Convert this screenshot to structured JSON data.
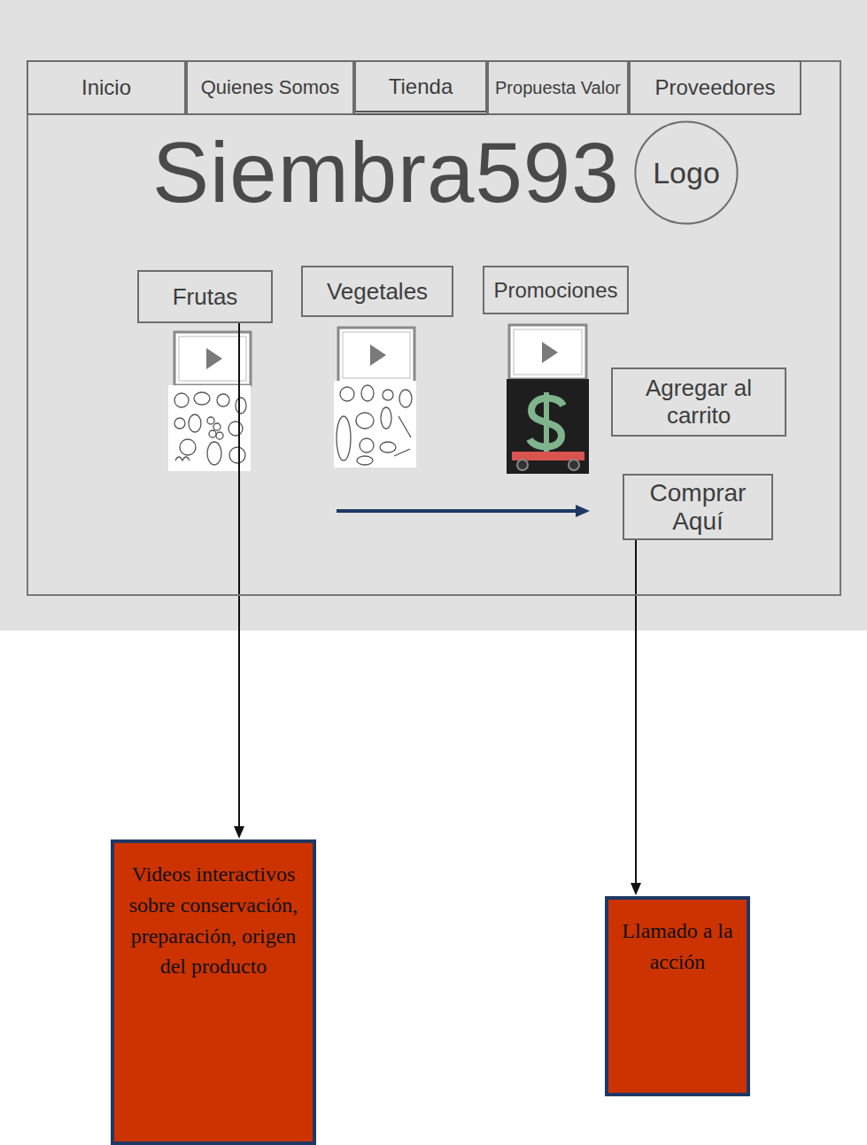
{
  "diagram": {
    "nodes": [
      {
        "text": [
          "Siembra593"
        ]
      },
      {
        "text": [
          "Inicio"
        ],
        "in": 0
      },
      {
        "text": [
          "Quienes Somos"
        ],
        "in": 0
      },
      {
        "text": [
          "Tienda"
        ],
        "in": 0
      },
      {
        "text": [
          "Propuesta Valor"
        ],
        "in": 0
      },
      {
        "text": [
          "Proveedores"
        ],
        "in": 0
      },
      {
        "text": [
          "Logo"
        ],
        "in": 0
      },
      {
        "text": [
          "Frutas"
        ],
        "in": 0
      },
      {
        "text": [
          "Vegetales"
        ],
        "in": 0
      },
      {
        "text": [
          "Promociones"
        ],
        "in": 0
      },
      {
        "text": [
          "Agregar al carrito"
        ],
        "in": 0
      },
      {
        "text": [
          "Comprar Aquí"
        ],
        "in": 0
      },
      {
        "text": [
          "Videos interactivos sobre conservación, preparación, origen del producto"
        ]
      },
      {
        "text": [
          "Llamado a la acción"
        ]
      }
    ],
    "edges": [
      {
        "from": 7,
        "to": 12,
        "arrow": "to"
      },
      {
        "from": 11,
        "to": 13,
        "arrow": "to"
      }
    ]
  }
}
